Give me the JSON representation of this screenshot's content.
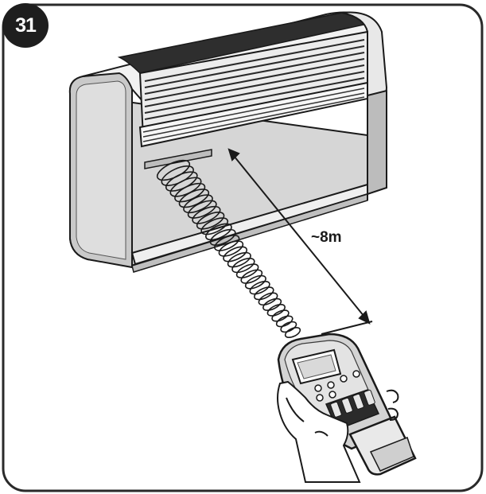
{
  "figure": {
    "step_number": "31",
    "distance_label": "~8m"
  },
  "icons": {
    "badge": "step-number-badge",
    "unit": "air-conditioner-unit-icon",
    "remote": "remote-control-icon",
    "hand": "hand-icon",
    "signal": "infrared-signal-icon",
    "arrow": "distance-arrow-icon"
  },
  "colors": {
    "frame": "#2a2a2a",
    "unit_body": "#d8d8d8",
    "unit_top": "#f2f2f2",
    "unit_dark": "#3a3a3a",
    "remote_body": "#d0d0d0",
    "outline": "#1a1a1a"
  }
}
